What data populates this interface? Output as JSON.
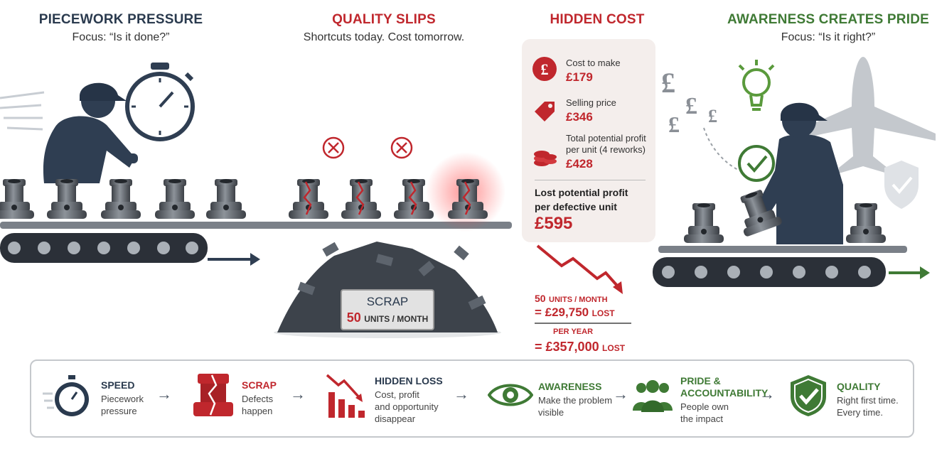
{
  "panels": {
    "piecework": {
      "title": "PIECEWORK PRESSURE",
      "subtitle": "Focus: “Is it done?”"
    },
    "quality": {
      "title": "QUALITY SLIPS",
      "subtitle": "Shortcuts today. Cost tomorrow."
    },
    "hidden": {
      "title": "HIDDEN COST"
    },
    "awareness": {
      "title": "AWARENESS CREATES PRIDE",
      "subtitle": "Focus: “Is it right?”"
    }
  },
  "cost_card": {
    "cost_label": "Cost to make",
    "cost_value": "£179",
    "price_label": "Selling price",
    "price_value": "£346",
    "profit_label_1": "Total potential profit",
    "profit_label_2": "per unit (4 reworks)",
    "profit_value": "£428",
    "lost_label_1": "Lost potential profit",
    "lost_label_2": "per defective unit",
    "lost_value": "£595"
  },
  "scrap": {
    "label": "SCRAP",
    "qty": "50",
    "unit": "UNITS / MONTH"
  },
  "loss": {
    "month_qty": "50",
    "month_unit": "UNITS / MONTH",
    "month_eq": "= £29,750",
    "lost": "LOST",
    "year_label": "PER YEAR",
    "year_eq": "= £357,000"
  },
  "flow": [
    {
      "title": "SPEED",
      "line1": "Piecework",
      "line2": "pressure",
      "line3": ""
    },
    {
      "title": "SCRAP",
      "line1": "Defects",
      "line2": "happen",
      "line3": ""
    },
    {
      "title": "HIDDEN LOSS",
      "line1": "Cost, profit",
      "line2": "and opportunity",
      "line3": "disappear"
    },
    {
      "title": "AWARENESS",
      "line1": "Make the problem",
      "line2": "visible",
      "line3": ""
    },
    {
      "title": "PRIDE &",
      "title2": "ACCOUNTABILITY",
      "line1": "People own",
      "line2": "the impact",
      "line3": ""
    },
    {
      "title": "QUALITY",
      "line1": "Right first time.",
      "line2": "Every time.",
      "line3": ""
    }
  ],
  "colors": {
    "navy": "#2a3a4e",
    "red": "#c0272d",
    "green": "#3f7a35"
  }
}
